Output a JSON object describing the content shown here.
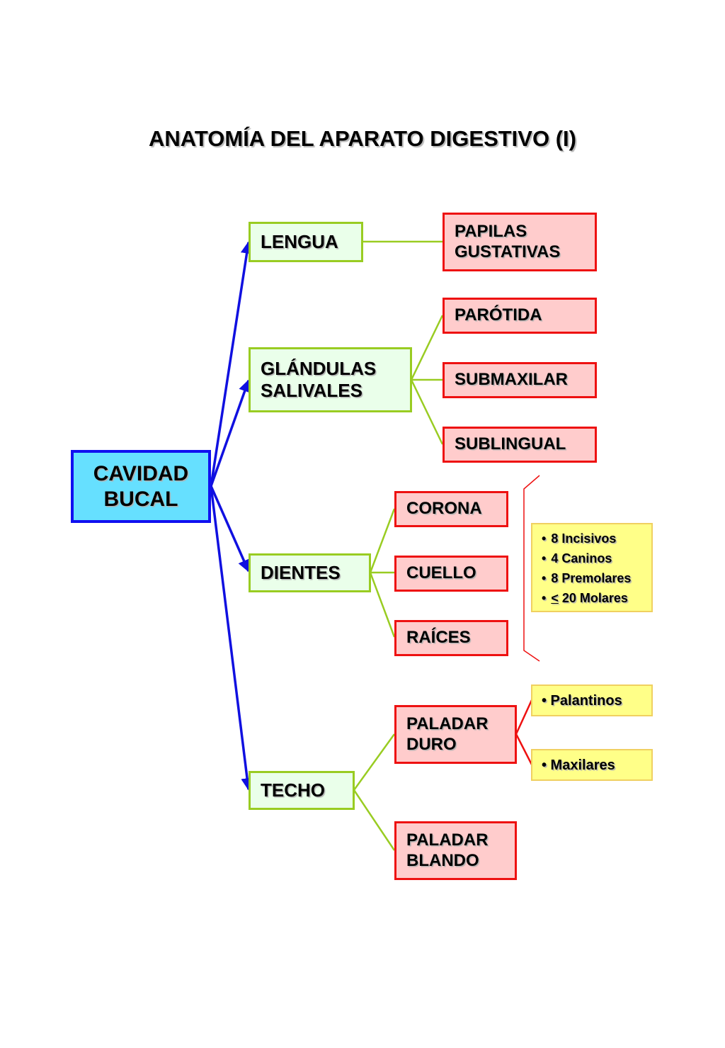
{
  "title": "ANATOMÍA DEL APARATO DIGESTIVO (I)",
  "root": {
    "line1": "CAVIDAD",
    "line2": "BUCAL"
  },
  "branches": {
    "lengua": "LENGUA",
    "glandulas": {
      "line1": "GLÁNDULAS",
      "line2": "SALIVALES"
    },
    "dientes": "DIENTES",
    "techo": "TECHO"
  },
  "leaves": {
    "papilas": {
      "line1": "PAPILAS",
      "line2": "GUSTATIVAS"
    },
    "parotida": "PARÓTIDA",
    "submaxilar": "SUBMAXILAR",
    "sublingual": "SUBLINGUAL",
    "corona": "CORONA",
    "cuello": "CUELLO",
    "raices": "RAÍCES",
    "paladar_duro": {
      "line1": "PALADAR",
      "line2": "DURO"
    },
    "paladar_blando": {
      "line1": "PALADAR",
      "line2": "BLANDO"
    }
  },
  "teeth": {
    "incisivos": "8 Incisivos",
    "caninos": "4 Caninos",
    "premolares": "8 Premolares",
    "molares_symbol": "<",
    "molares_rest": " 20 Molares"
  },
  "hard_palate": {
    "palantinos": "• Palantinos",
    "maxilares": "• Maxilares"
  },
  "colors": {
    "root_fill": "#66e0ff",
    "root_border": "#1010f0",
    "branch_fill": "#eaffea",
    "branch_border": "#99cc22",
    "leaf_fill": "#ffcccc",
    "leaf_border": "#ee1111",
    "note_fill": "#ffff88",
    "arrow": "#1010e0"
  }
}
